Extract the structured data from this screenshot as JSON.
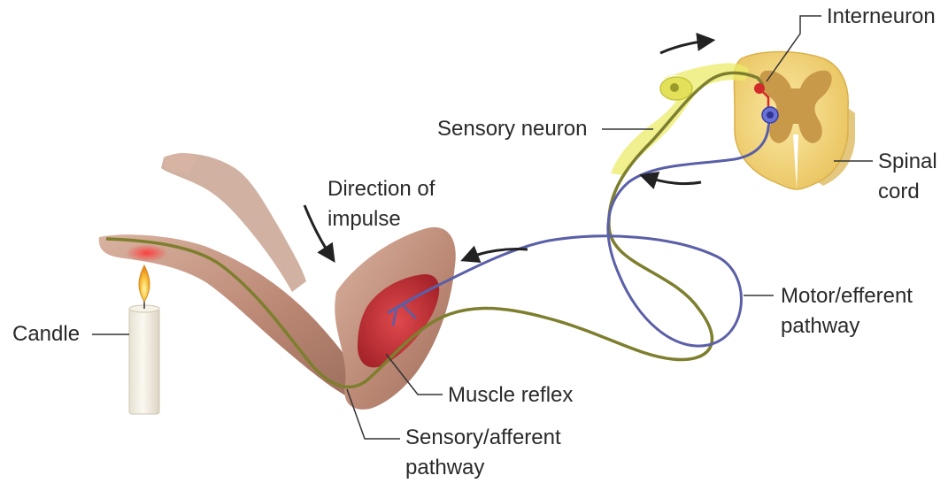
{
  "labels": {
    "interneuron": "Interneuron",
    "sensory_neuron": "Sensory neuron",
    "spinal_cord": [
      "Spinal",
      "cord"
    ],
    "direction_of_impulse": [
      "Direction of",
      "impulse"
    ],
    "motor_efferent_pathway": [
      "Motor/efferent",
      "pathway"
    ],
    "candle": "Candle",
    "muscle_reflex": "Muscle reflex",
    "sensory_afferent_pathway": [
      "Sensory/afferent",
      "pathway"
    ]
  },
  "colors": {
    "sensory_pathway": "#7d7f2e",
    "motor_pathway": "#5a5fa8",
    "sensory_neuron_highlight": "#e6e35a",
    "spinal_white_matter": "#f3d879",
    "spinal_grey_matter": "#c9994a",
    "interneuron": "#d22a2a",
    "motor_neuron": "#4a52c0",
    "muscle": "#c8282e",
    "skin": "#c79a82",
    "candle": "#f3efe6",
    "flame": "#f2a01c",
    "label_line": "#333333",
    "arrow": "#222222"
  }
}
